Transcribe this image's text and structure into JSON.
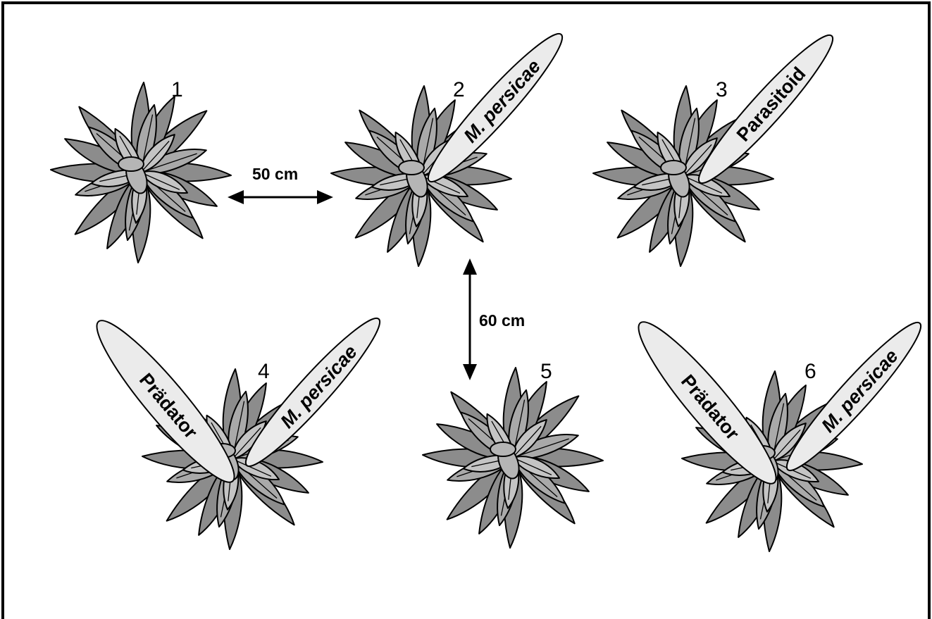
{
  "plants": [
    {
      "number": "1"
    },
    {
      "number": "2"
    },
    {
      "number": "3"
    },
    {
      "number": "4"
    },
    {
      "number": "5"
    },
    {
      "number": "6"
    }
  ],
  "cages": {
    "p2_aphid": "M. persicae",
    "p3_parasitoid": "Parasitoid",
    "p4_predator": "Prädator",
    "p4_aphid": "M. persicae",
    "p6_predator": "Prädator",
    "p6_aphid": "M. persicae"
  },
  "distances": {
    "horizontal": "50 cm",
    "vertical": "60 cm"
  },
  "colors": {
    "outer_leaf": "#8c8c8c",
    "mid_leaf": "#a9a9a9",
    "inner_leaf": "#c4c4c4",
    "cage_fill": "#ebebeb"
  }
}
